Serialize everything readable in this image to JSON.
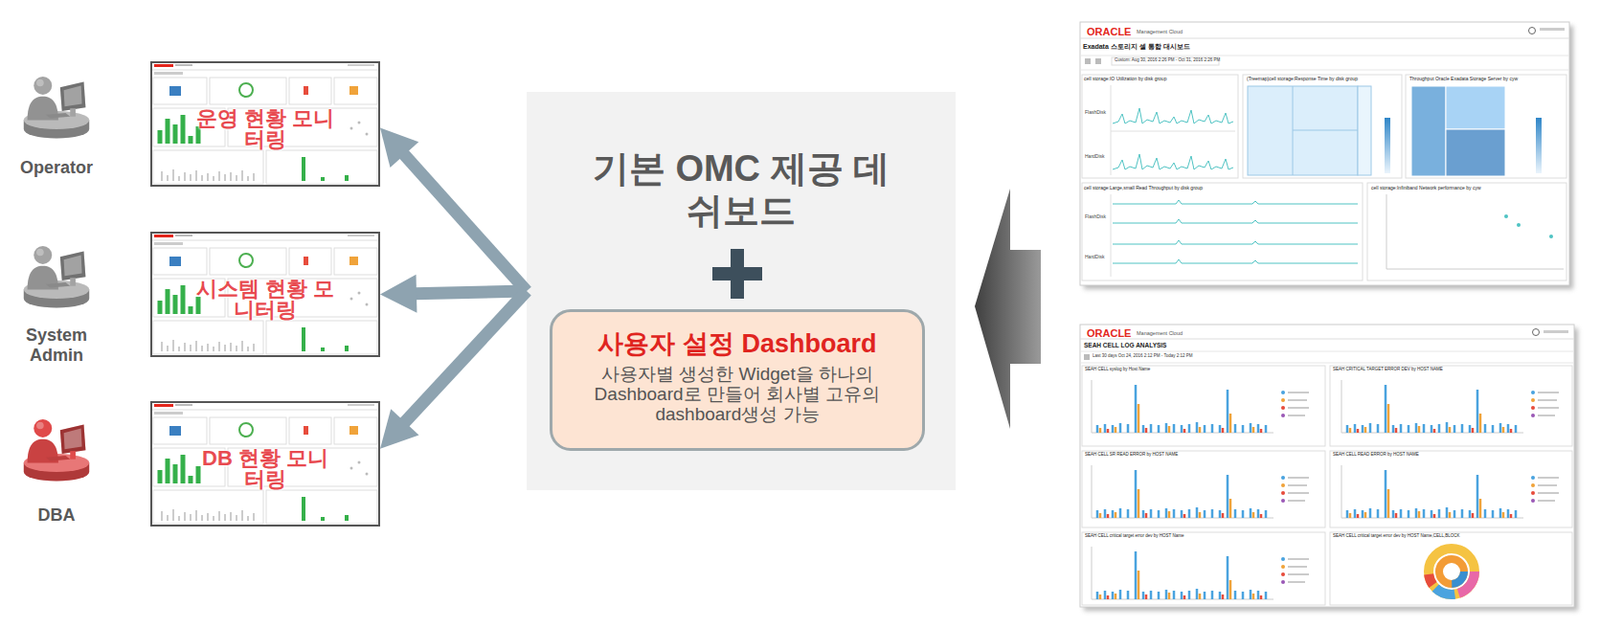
{
  "diagram": {
    "nodes": [
      {
        "text": [
          "운영 현황 모니터링"
        ]
      },
      {
        "text": [
          "시스템 현황 모니터링"
        ]
      },
      {
        "text": [
          "DB 현황 모니터링"
        ]
      },
      {
        "text": [
          "기본 OMC 제공 데쉬보드"
        ]
      },
      {
        "text": [
          "사용자 설정 Dashboard",
          "사용자별 생성한 Widget을 하나의 Dashboard로 만들어 회사별 고유의 dashboard생성 가능"
        ],
        "in": 3
      },
      {
        "text": [
          "ORACLE",
          "Management Cloud",
          "Exadata 스토리지 셀 통합 대시보드",
          "Custom: Aug 30, 2016 2:26 PM - Oct 31, 2016 2:26 PM",
          "cell storage:IO Utilization by disk group",
          "(Treemap)cell storage:Response Time by disk group",
          "Throughput Oracle Exadata Storage Server by cyw",
          "FlashDisk",
          "HardDisk",
          "cell storage:Large,small Read Throughput by disk group",
          "cell storage:Infiniband Network performance by cyw",
          "FlashDisk",
          "HardDisk"
        ]
      },
      {
        "text": [
          "ORACLE",
          "Management Cloud",
          "SEAH CELL LOG ANALYSIS",
          "Last 30 days Oct 24, 2016 2:12 PM - Today 2:12 PM",
          "SEAH CELL syslog by Host Name",
          "SEAH CRITICAL TARGET ERROR DEV by HOST NAME",
          "SEAH CELL SR READ ERROR by HOST NAME",
          "SEAH CELL READ ERROR by HOST NAME",
          "SEAH CELL critical target error dev by HOST Name",
          "SEAH CELL critical target error dev by HOST Name,CELL,BLOCK"
        ]
      }
    ],
    "edges": [
      {
        "from": 3,
        "to": 0,
        "arrow": "to"
      },
      {
        "from": 3,
        "to": 1,
        "arrow": "to"
      },
      {
        "from": 3,
        "to": 2,
        "arrow": "to"
      }
    ],
    "labels": [
      "Operator",
      "System Admin",
      "DBA"
    ]
  }
}
